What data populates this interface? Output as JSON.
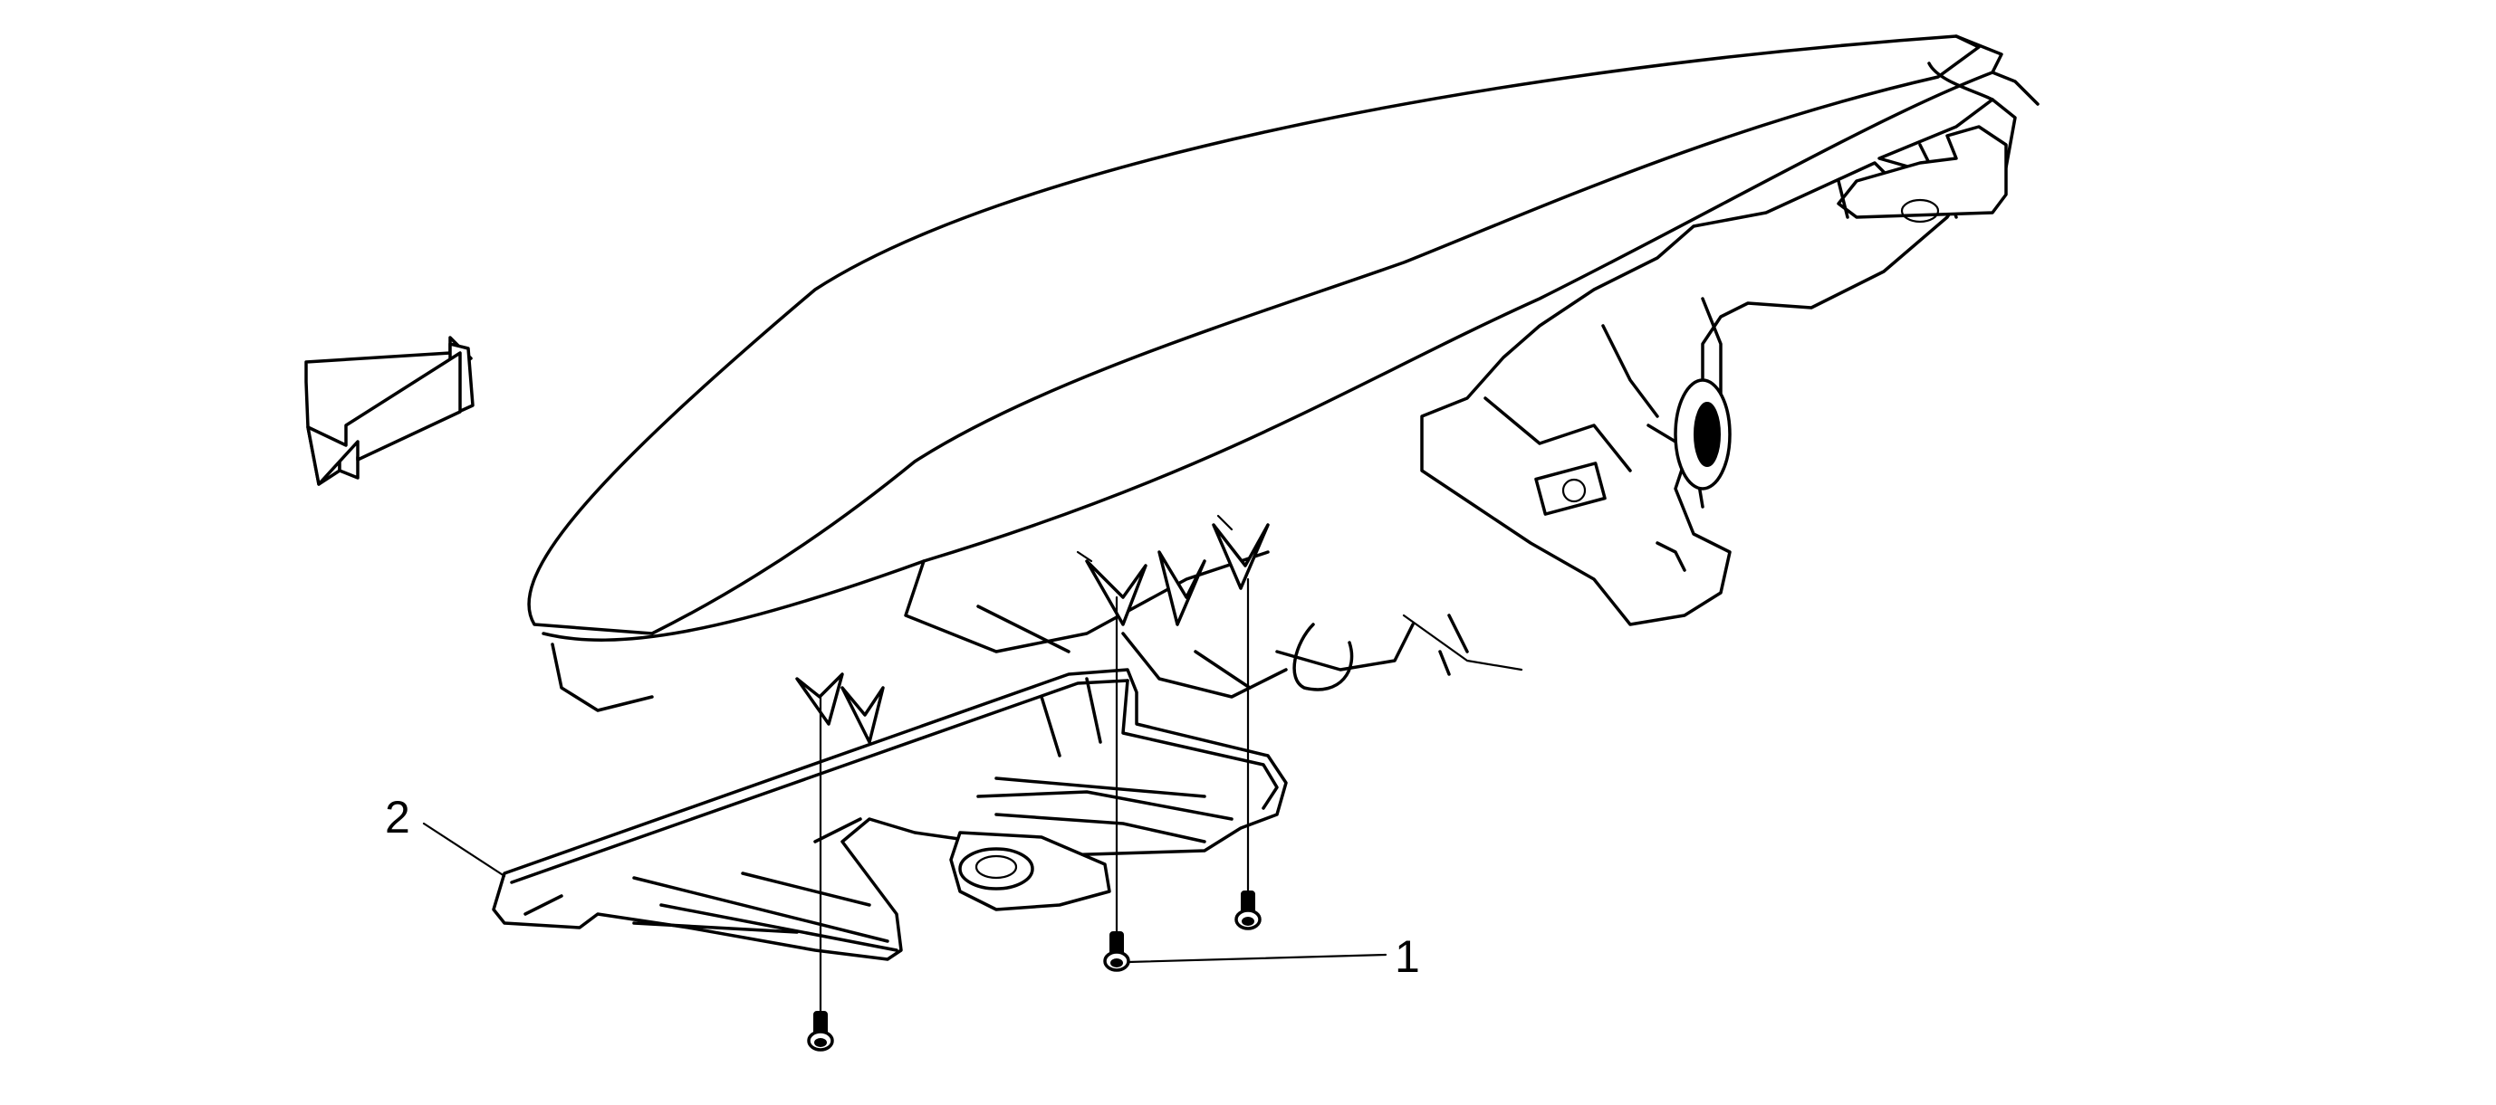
{
  "diagram": {
    "callouts": [
      {
        "id": "callout-1",
        "label": "1"
      },
      {
        "id": "callout-2",
        "label": "2"
      }
    ],
    "icons": [
      "direction-arrow-icon"
    ]
  }
}
